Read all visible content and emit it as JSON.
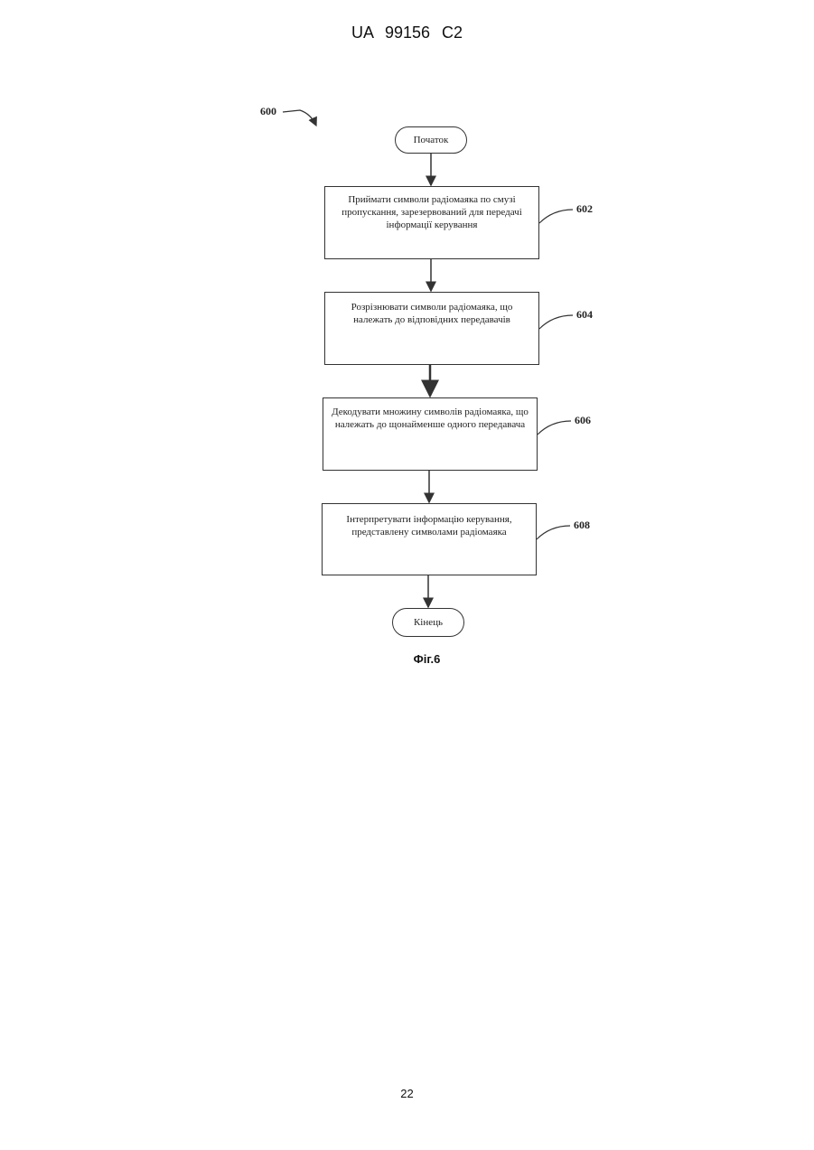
{
  "header": {
    "doc_number": "UA   99156   C2"
  },
  "flowchart": {
    "figure_ref": "600",
    "start": "Початок",
    "end": "Кінець",
    "steps": [
      {
        "ref": "602",
        "text": "Приймати символи радіомаяка по смузі пропускання, зарезервований для передачі інформації керування"
      },
      {
        "ref": "604",
        "text": "Розрізнювати символи радіомаяка, що належать до відповідних передавачів"
      },
      {
        "ref": "606",
        "text": "Декодувати множину символів радіомаяка, що належать до щонайменше одного передавача"
      },
      {
        "ref": "608",
        "text": "Інтерпретувати інформацію керування, представлену символами радіомаяка"
      }
    ]
  },
  "caption": "Фіг.6",
  "page_number": "22"
}
